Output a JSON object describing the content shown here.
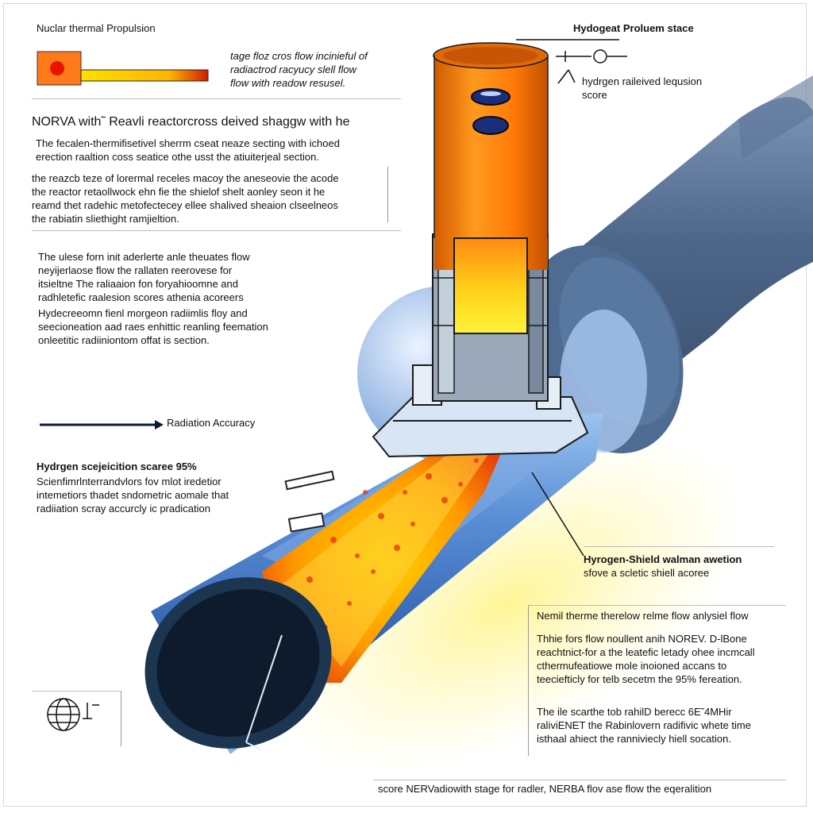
{
  "header": {
    "title": "Nuclar thermal Propulsion",
    "right_title": "Hydogeat Proluem stace"
  },
  "legend": {
    "lines": [
      "tage floz cros flow incinieful of",
      "radiactrod racyucy slell flow",
      "flow with readow resusel."
    ]
  },
  "top_right_note": {
    "lines": [
      "hydrgen raileived lequsion",
      "score"
    ]
  },
  "section1": {
    "heading": "NORVA with˜ Reavli reactorcross deived shaggw with he",
    "p1": [
      "The fecalen-thermifisetivel sherrm cseat neaze secting with ichoed",
      "erection raaltion coss seatice othe usst the atiuiterjeal section."
    ],
    "p2": [
      "the reazcb teze of lorermal receles macoy the aneseovie the acode",
      "the reactor retaollwock ehn fie the shielof shelt aonley seon it he",
      "reamd thet radehic metofectecey ellee shalived sheaion clseelneos",
      "the rabiatin sliethight ramjieltion."
    ]
  },
  "section2": {
    "p1": [
      "The ulese forn init aderlerte anle theuates flow",
      "neyijerlaose flow the rallaten reerovese for",
      "itsieltne The raliaaion fon foryahioomne and",
      "radhletefic raalesion scores athenia acoreers"
    ],
    "p2": [
      "Hydecreeomn fienl morgeon radiimlis floy and",
      "seecioneation aad raes enhittic reanling feemation",
      "onleetitic radiiniontom offat is section."
    ]
  },
  "arrow_label": "Radiation Accuracy",
  "section3": {
    "heading": "Hydrgen scejeicition scaree 95%",
    "lines": [
      "Scienfimrlnterrandvlors fov mlot iredetior",
      "intemetiors thadet sndometric aomale that",
      "radiiation scray accurcly ic pradication"
    ]
  },
  "callout_right": {
    "title": "Hyrogen-Shield walman awetion",
    "sub": "sfove a  scletic shiell acoree"
  },
  "right_panel": {
    "heading": "Nemil therme therelow relme flow anlysiel flow",
    "p1": [
      "Thhie fors flow noullent anih NOREV. D-lBone",
      "reachtnict-for a the leatefic letady ohee incmcall",
      "cthermufeatiowe mole inoioned accans to",
      "teeciefticly for telb secetm the 95% fereation."
    ],
    "p2": [
      "The ile scarthe tob rahilD berecc 6E˜4MHir",
      "raliviENET the Rabinlovern radifivic whete time",
      "isthaal ahiect the ranniviecly hiell socation."
    ]
  },
  "footer": "score NERVadiowith stage for radler, NERBA flov ase flow the eqeralition",
  "colors": {
    "orange": "#f07a10",
    "yellow": "#ffd700",
    "steel_blue": "#4a6688",
    "nozzle_blue": "#3a74c4",
    "hot_red": "#e83a0a"
  },
  "icons": [
    "globe-icon",
    "pin-icon",
    "arrow-right-icon",
    "measure-icon"
  ]
}
